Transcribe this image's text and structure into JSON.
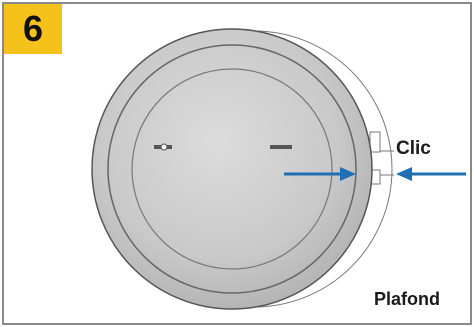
{
  "step": {
    "number": "6"
  },
  "labels": {
    "clic": "Clic",
    "ceiling": "Plafond"
  },
  "colors": {
    "badge": "#f5c21b",
    "arrow": "#1f6fb5",
    "device": "#cfcfcf",
    "frame": "#8a8a8a"
  }
}
